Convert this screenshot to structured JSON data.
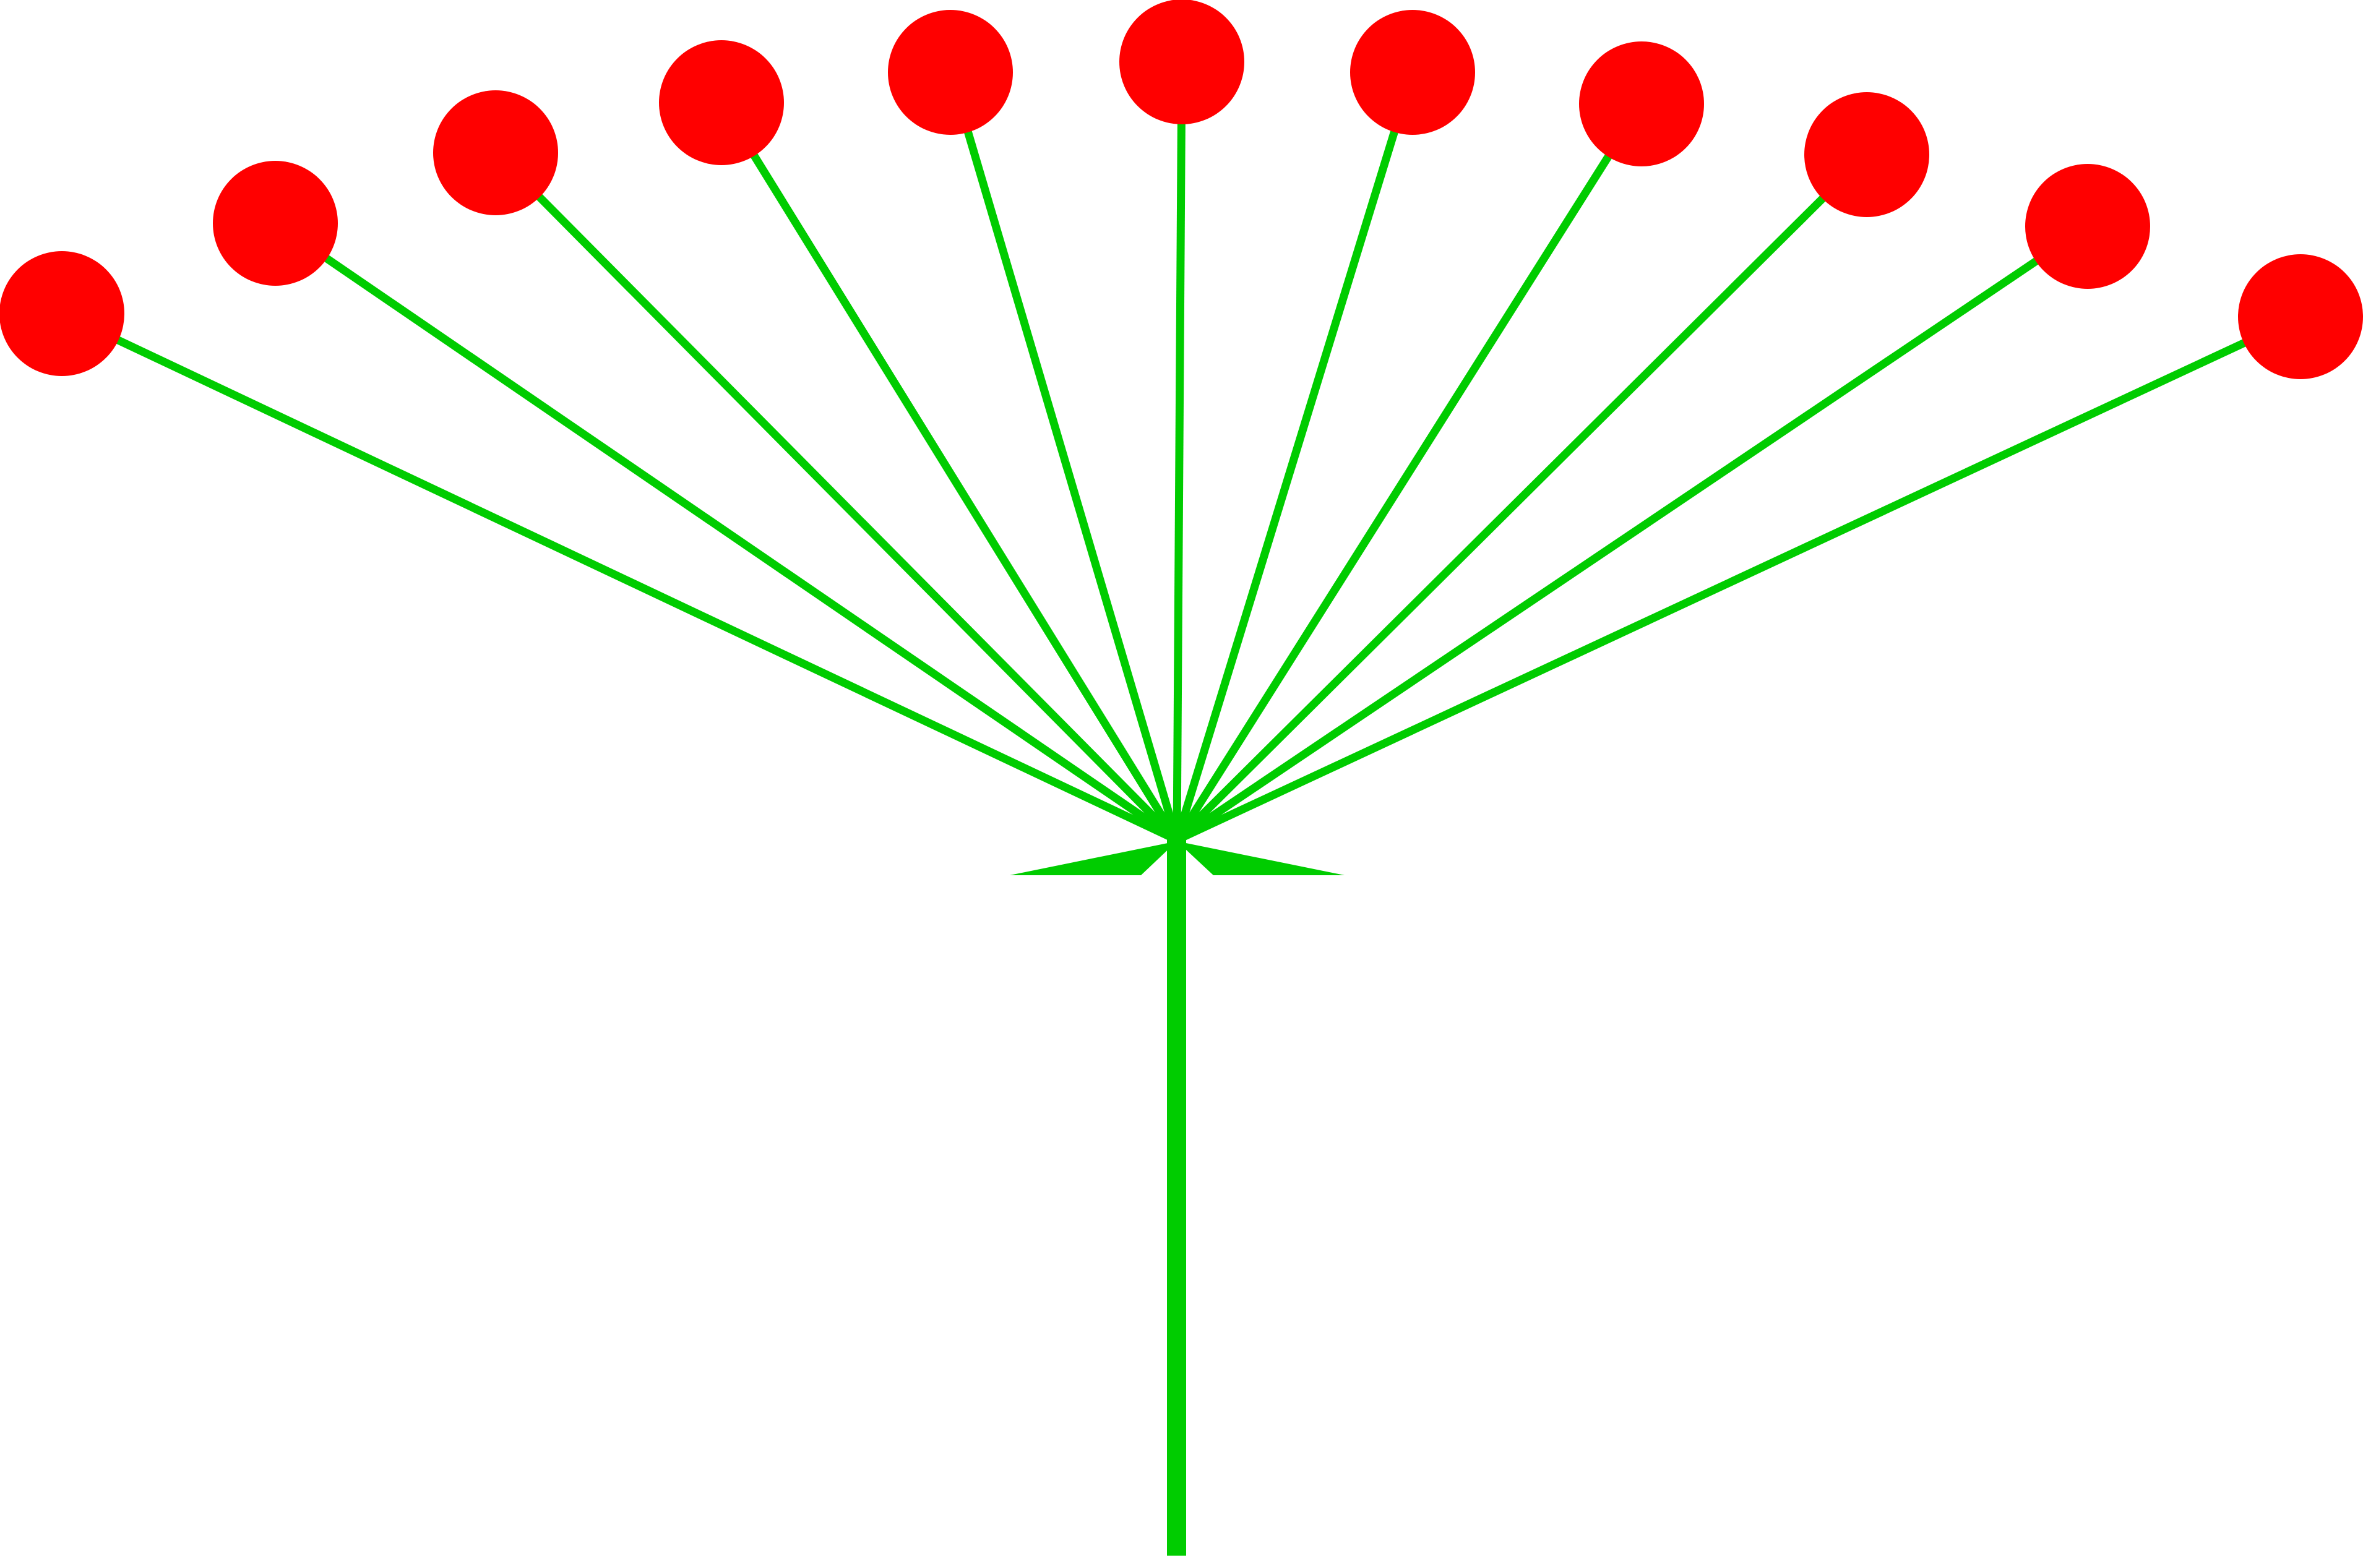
{
  "diagram": {
    "type": "umbel inflorescence",
    "colors": {
      "stem": "#00cc00",
      "flower": "#ff0000",
      "background": "#ffffff"
    },
    "parts": {
      "peduncle": "stem-line",
      "bracts": 2,
      "pedicels": 11,
      "flowers": 11
    }
  }
}
